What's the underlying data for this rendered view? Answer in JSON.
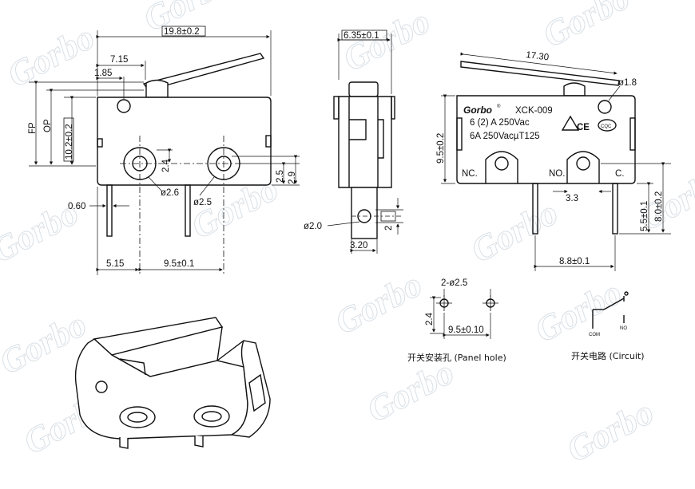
{
  "watermark": "Gorbo",
  "watermark_reg": "®",
  "brand": "Gorbo",
  "brand_reg": "®",
  "model": "XCK-009",
  "ratings": [
    "6 (2) A 250Vac",
    "6A 250VacµT125"
  ],
  "cert_ce": "CE",
  "cert_cqc": "CQC",
  "terminals": {
    "nc": "NC.",
    "no": "NO.",
    "c": "C."
  },
  "front_view": {
    "width": "19.8±0.2",
    "d715": "7.15",
    "d185": "1.85",
    "fp": "FP",
    "op": "OP",
    "height": "10.2±0.2",
    "d24": "2.4",
    "d25": "2.5",
    "d29": "2.9",
    "hole1": "ø2.6",
    "hole2": "ø2.5",
    "pin": "0.60",
    "d515": "5.15",
    "pitch": "9.5±0.1"
  },
  "side_view": {
    "width": "6.35±0.1",
    "hole": "ø2.0",
    "d2": "2",
    "d320": "3.20"
  },
  "rear_view": {
    "lever": "17.30",
    "pin_hole": "ø1.8",
    "height": "9.5±0.2",
    "d33": "3.3",
    "d55": "5.5±0.1",
    "d80": "8.0±0.2",
    "d88": "8.8±0.1"
  },
  "panel": {
    "holes": "2-ø2.5",
    "d24": "2.4",
    "pitch": "9.5±0.10",
    "caption": "开关安装孔 (Panel hole)"
  },
  "circuit": {
    "com": "COM",
    "no": "NO",
    "caption": "开关电路 (Circuit)"
  }
}
